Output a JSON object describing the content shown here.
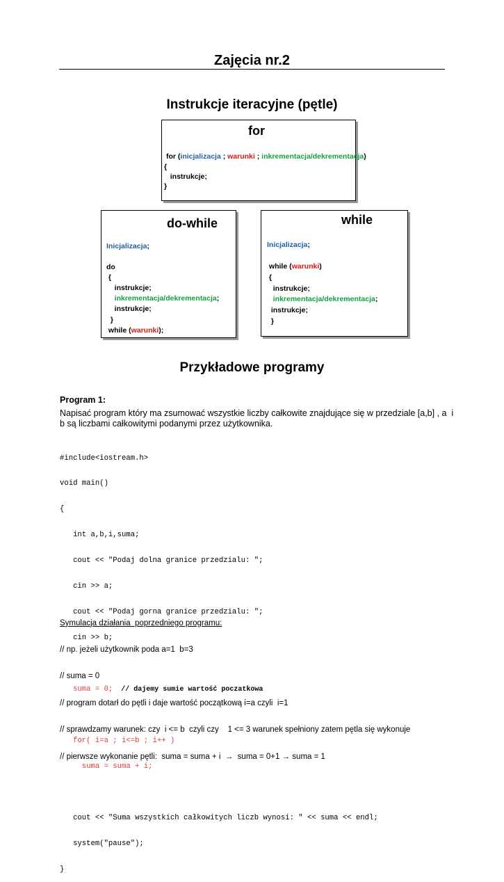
{
  "title": "Zajęcia nr.2",
  "section1_title": "Instrukcje iteracyjne (pętle)",
  "for_box": {
    "header": "for",
    "line1": {
      "p1": "for (",
      "init": "inicjalizacja",
      "sep1": " ; ",
      "cond": "warunki",
      "sep2": " ; ",
      "incr": "inkrementacja/dekrementacja",
      "p2": ")"
    },
    "line2": "{",
    "line3": "   instrukcje;",
    "line4": "}"
  },
  "dowhile_box": {
    "header": "do-while",
    "init": "Inicjalizacja",
    "semi": ";",
    "do": "do",
    "open": " {",
    "instr1": "    instrukcje;",
    "incr": "    inkrementacja/dekrementacja",
    "incr_semi": ";",
    "instr2": "    instrukcje;",
    "close": "  }",
    "while_p1": " while (",
    "cond": "warunki",
    "while_p2": ");"
  },
  "while_box": {
    "header": "while",
    "init": "Inicjalizacja",
    "semi": ";",
    "while_p1": " while (",
    "cond": "warunki",
    "while_p2": ")",
    "open": " {",
    "instr1": "   instrukcje;",
    "incr": "   inkrementacja/dekrementacja",
    "incr_semi": ";",
    "instr2": "  instrukcje;",
    "close": "  }"
  },
  "section2_title": "Przykładowe programy",
  "program_label": "Program 1:",
  "description_line1": "Napisać program który ma zsumować wszystkie liczby całkowite znajdujące się w przedziale [a,b] , a  i",
  "description_line2": "b są liczbami całkowitymi podanymi przez użytkownika.",
  "code": {
    "l1": "#include<iostream.h>",
    "l2": "void main()",
    "l3": "{",
    "l4": "   int a,b,i,suma;",
    "l5": "   cout << \"Podaj dolna granice przedzialu: \";",
    "l6": "   cin >> a;",
    "l7": "   cout << \"Podaj gorna granice przedzialu: \";",
    "l8": "   cin >> b;",
    "l9_red": "   suma = 0;",
    "l9_comment": "  // dajemy sumie wartość poczatkowa",
    "l10": "   for( i=a ; i<=b ; i++ )",
    "l11": "     suma = suma + i;",
    "l12": "   cout << \"Suma wszystkich całkowitych liczb wynosi: \" << suma << endl;",
    "l13": "   system(\"pause\");",
    "l14": "}"
  },
  "simulation": {
    "heading": "Symulacja działania  poprzedniego programu:",
    "l1": "// np. jeżeli użytkownik poda a=1  b=3",
    "l2": "// suma = 0",
    "l3": "// program dotarł do pętli i daje wartość początkową i=a czyli  i=1",
    "l4": "// sprawdzamy warunek: czy  i <= b  czyli czy    1 <= 3 warunek spełniony zatem pętla się wykonuje",
    "l5_a": "// pierwsze wykonanie pętli:  suma = suma + i  ",
    "l5_arrow1": "→",
    "l5_b": "  suma = 0+1 ",
    "l5_arrow2": "→",
    "l5_c": " suma = 1"
  }
}
